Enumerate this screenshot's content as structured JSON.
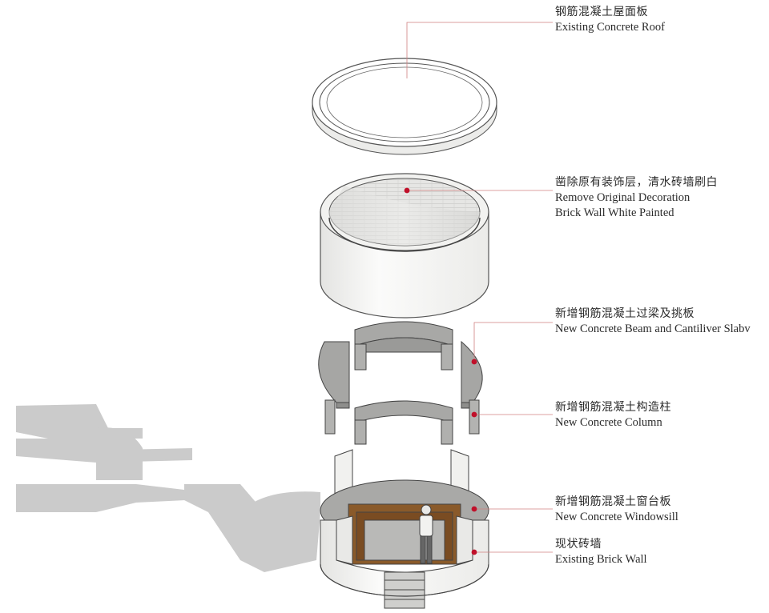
{
  "labels": [
    {
      "zh": "钢筋混凝土屋面板",
      "en": [
        "Existing Concrete Roof"
      ]
    },
    {
      "zh": "凿除原有装饰层，清水砖墙刷白",
      "en": [
        "Remove Original Decoration",
        "Brick Wall White Painted"
      ]
    },
    {
      "zh": "新增钢筋混凝土过梁及挑板",
      "en": [
        "New Concrete Beam and Cantiliver Slabv"
      ]
    },
    {
      "zh": "新增钢筋混凝土构造柱",
      "en": [
        "New Concrete Column"
      ]
    },
    {
      "zh": "新增钢筋混凝土窗台板",
      "en": [
        "New Concrete Windowsill"
      ]
    },
    {
      "zh": "现状砖墙",
      "en": [
        "Existing Brick Wall"
      ]
    }
  ],
  "colors": {
    "leader_line": "#d08080",
    "leader_dot": "#c0102a",
    "concrete": "#a9a9a7",
    "concrete_dark": "#8e8e8c",
    "wall_white": "#f4f4f2",
    "wood": "#8a5a2a",
    "shadow": "#c9c9c9",
    "stroke": "#555555"
  }
}
